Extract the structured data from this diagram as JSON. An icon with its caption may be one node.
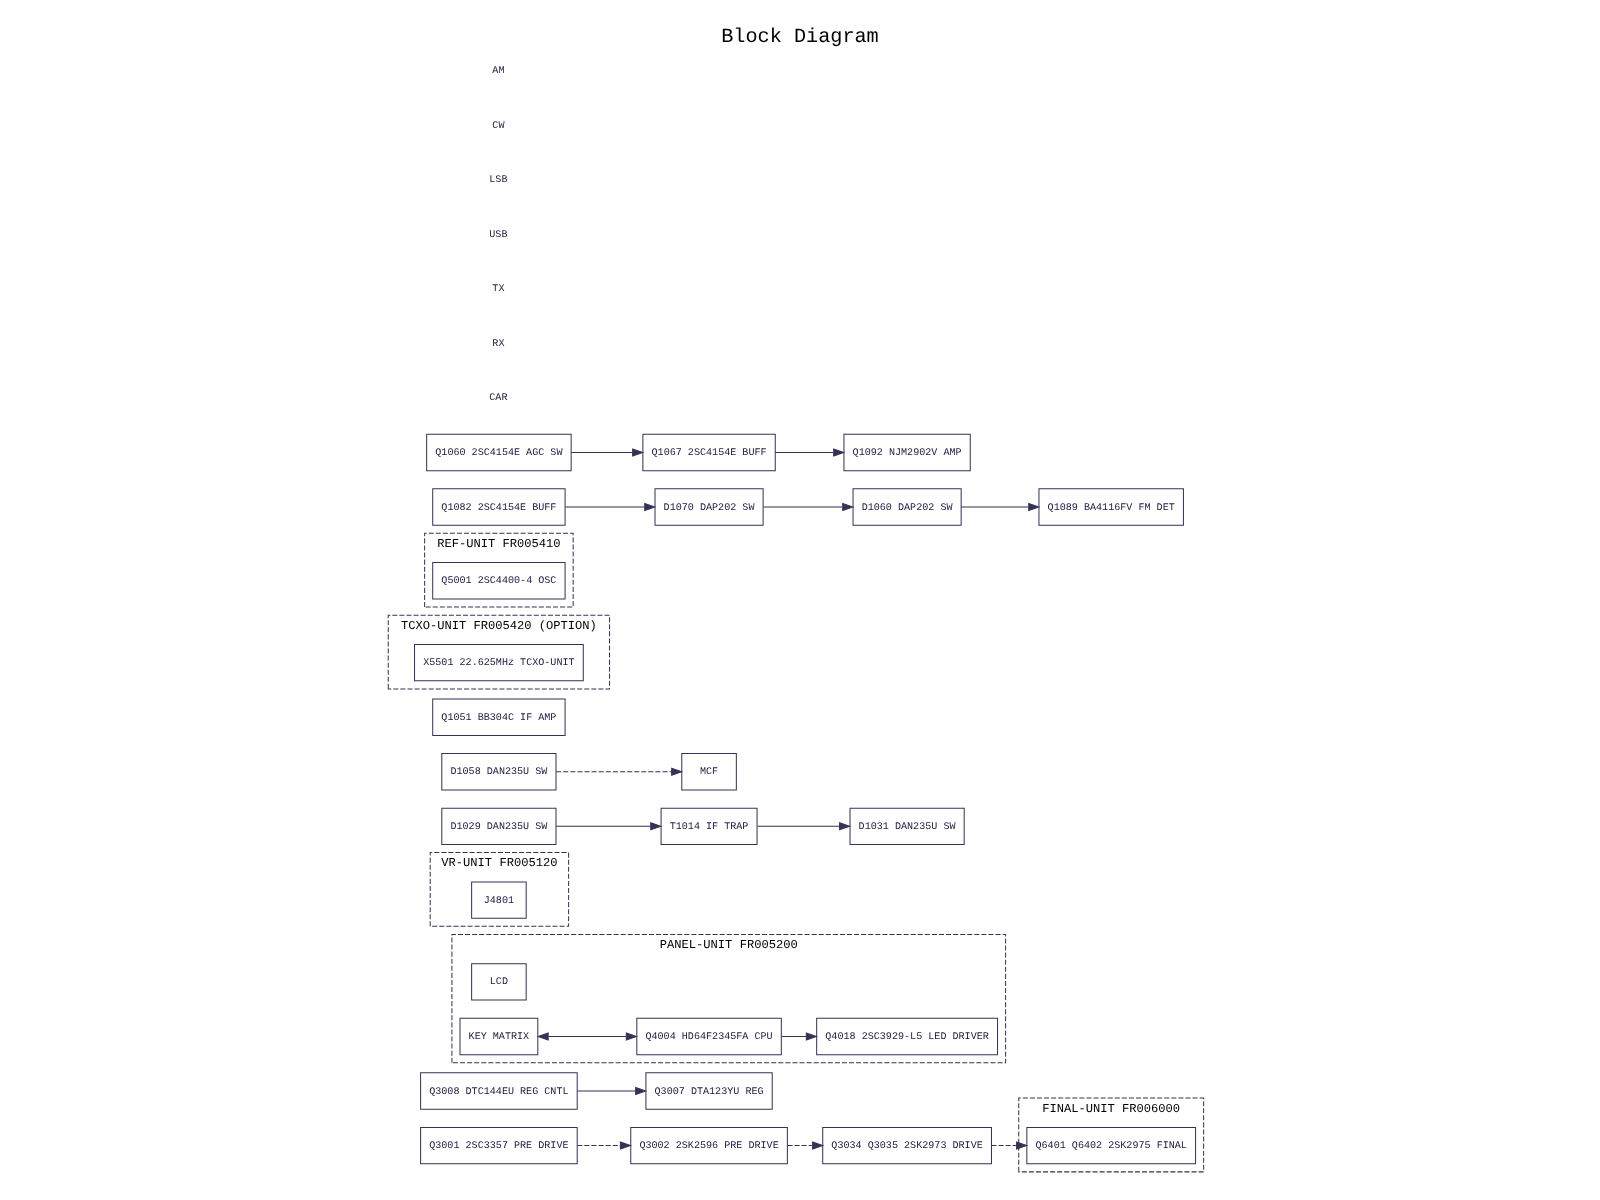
{
  "diagram": {
    "title": "Block Diagram",
    "nodes": [
      {
        "text": [
          "FINAL-UNIT FR006000"
        ]
      },
      {
        "text": [
          "Q6401 Q6402 2SK2975 FINAL"
        ],
        "in": 0
      },
      {
        "text": [
          "Q3034 Q3035 2SK2973 DRIVE"
        ]
      },
      {
        "text": [
          "Q3002 2SK2596 PRE DRIVE"
        ]
      },
      {
        "text": [
          "Q3001 2SC3357 PRE DRIVE"
        ]
      },
      {
        "text": [
          "Q3008 DTC144EU REG CNTL"
        ]
      },
      {
        "text": [
          "Q3007 DTA123YU REG"
        ]
      },
      {
        "text": [
          "PANEL-UNIT FR005200"
        ]
      },
      {
        "text": [
          "LCD"
        ],
        "in": 7
      },
      {
        "text": [
          "Q4004 HD64F2345FA CPU"
        ],
        "in": 7
      },
      {
        "text": [
          "Q4018 2SC3929-L5 LED DRIVER"
        ],
        "in": 7
      },
      {
        "text": [
          "KEY MATRIX"
        ],
        "in": 7
      },
      {
        "text": [
          "VR-UNIT FR005120"
        ]
      },
      {
        "text": [
          "J4801"
        ],
        "in": 12
      },
      {
        "text": [
          "D1029 DAN235U SW"
        ]
      },
      {
        "text": [
          "T1014 IF TRAP"
        ]
      },
      {
        "text": [
          "D1031 DAN235U SW"
        ]
      },
      {
        "text": [
          "D1058 DAN235U SW"
        ]
      },
      {
        "text": [
          "MCF"
        ]
      },
      {
        "text": [
          "Q1051 BB304C IF AMP"
        ]
      },
      {
        "text": [
          "TCXO-UNIT FR005420 (OPTION)"
        ]
      },
      {
        "text": [
          "X5501 22.625MHz TCXO-UNIT"
        ],
        "in": 20
      },
      {
        "text": [
          "REF-UNIT FR005410"
        ]
      },
      {
        "text": [
          "Q5001 2SC4400-4 OSC"
        ],
        "in": 22
      },
      {
        "text": [
          "Q1082 2SC4154E BUFF"
        ]
      },
      {
        "text": [
          "D1070 DAP202 SW"
        ]
      },
      {
        "text": [
          "D1060 DAP202 SW"
        ]
      },
      {
        "text": [
          "Q1089 BA4116FV FM DET"
        ]
      },
      {
        "text": [
          "Q1060 2SC4154E AGC SW"
        ]
      },
      {
        "text": [
          "Q1067 2SC4154E BUFF"
        ]
      },
      {
        "text": [
          "Q1092 NJM2902V AMP"
        ]
      }
    ],
    "edges": [
      {
        "from": 4,
        "to": 3,
        "arrow": "to",
        "style": "dashed"
      },
      {
        "from": 3,
        "to": 2,
        "arrow": "to",
        "style": "dashed"
      },
      {
        "from": 2,
        "to": 1,
        "arrow": "to",
        "style": "dashed"
      },
      {
        "from": 5,
        "to": 6,
        "arrow": "to"
      },
      {
        "from": 9,
        "to": 10,
        "arrow": "to"
      },
      {
        "from": 11,
        "to": 9,
        "arrow": "both"
      },
      {
        "from": 14,
        "to": 15,
        "arrow": "to"
      },
      {
        "from": 15,
        "to": 16,
        "arrow": "to"
      },
      {
        "from": 17,
        "to": 18,
        "arrow": "to",
        "style": "dashed"
      },
      {
        "from": 24,
        "to": 25,
        "arrow": "to"
      },
      {
        "from": 25,
        "to": 26,
        "arrow": "to"
      },
      {
        "from": 26,
        "to": 27,
        "arrow": "to"
      },
      {
        "from": 28,
        "to": 29,
        "arrow": "to"
      },
      {
        "from": 29,
        "to": 30,
        "arrow": "to"
      }
    ],
    "labels": [
      "CAR",
      "RX",
      "TX",
      "USB",
      "LSB",
      "CW",
      "AM"
    ]
  }
}
